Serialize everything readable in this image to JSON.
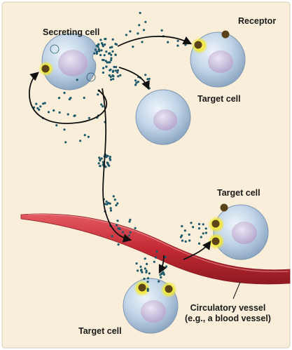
{
  "labels": {
    "secreting_cell": "Secreting cell",
    "receptor": "Receptor",
    "target_cell_top": "Target cell",
    "target_cell_right": "Target cell",
    "target_cell_bottom": "Target cell",
    "vessel_line1": "Circulatory vessel",
    "vessel_line2": "(e.g., a blood vessel)"
  },
  "colors": {
    "background": "#f8eed9",
    "frame_border": "#cfc6b6",
    "cell_fill": "#bfd2e6",
    "cell_nucleus": "#c7b9d9",
    "vessel": "#c9303a",
    "hormone_dot": "#1e5a6b",
    "receptor": "#5a4318",
    "receptor_glow": "#f5ea2a",
    "arrow": "#111111"
  }
}
